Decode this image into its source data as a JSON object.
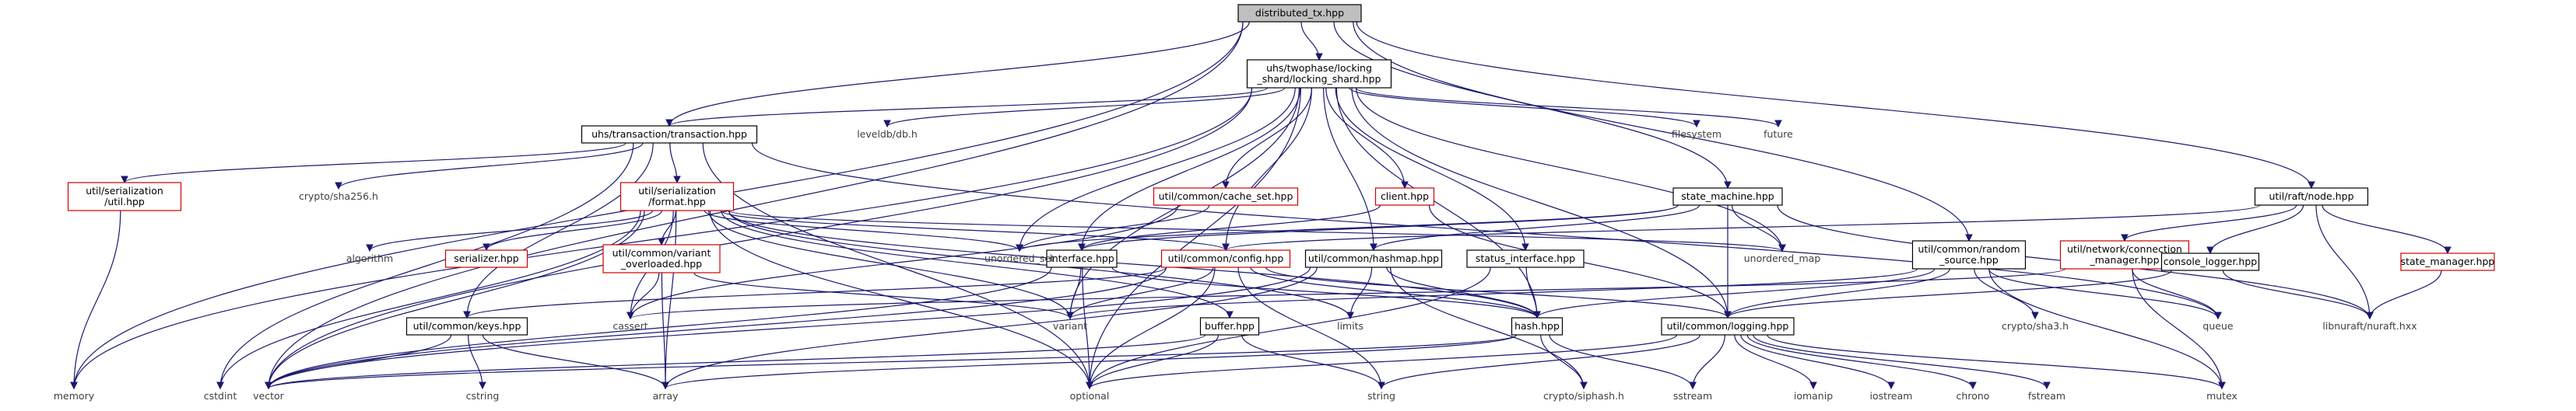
{
  "title": "distributed_tx.hpp",
  "colors": {
    "edge": "#191970",
    "root_fill": "#bfbfbf",
    "missing_border": "#cc0000",
    "normal_border": "#000000",
    "system_text": "#3f3f3f"
  },
  "nodes": {
    "root": {
      "lines": [
        "distributed_tx.hpp"
      ],
      "kind": "root"
    },
    "locking_shard": {
      "lines": [
        "uhs/twophase/locking",
        "_shard/locking_shard.hpp"
      ],
      "kind": "normal"
    },
    "transaction": {
      "lines": [
        "uhs/transaction/transaction.hpp"
      ],
      "kind": "normal"
    },
    "memory": {
      "lines": [
        "memory"
      ],
      "kind": "system"
    },
    "vector": {
      "lines": [
        "vector"
      ],
      "kind": "system"
    },
    "state_machine": {
      "lines": [
        "state_machine.hpp"
      ],
      "kind": "normal"
    },
    "random_source": {
      "lines": [
        "util/common/random",
        "_source.hpp"
      ],
      "kind": "normal"
    },
    "raft_node": {
      "lines": [
        "util/raft/node.hpp"
      ],
      "kind": "normal"
    },
    "leveldb": {
      "lines": [
        "leveldb/db.h"
      ],
      "kind": "system"
    },
    "filesystem": {
      "lines": [
        "filesystem"
      ],
      "kind": "system"
    },
    "future": {
      "lines": [
        "future"
      ],
      "kind": "system"
    },
    "ser_util": {
      "lines": [
        "util/serialization",
        "/util.hpp"
      ],
      "kind": "missing"
    },
    "sha256": {
      "lines": [
        "crypto/sha256.h"
      ],
      "kind": "system"
    },
    "ser_format": {
      "lines": [
        "util/serialization",
        "/format.hpp"
      ],
      "kind": "missing"
    },
    "cache_set": {
      "lines": [
        "util/common/cache_set.hpp"
      ],
      "kind": "missing"
    },
    "client": {
      "lines": [
        "client.hpp"
      ],
      "kind": "missing"
    },
    "algorithm": {
      "lines": [
        "algorithm"
      ],
      "kind": "system"
    },
    "serializer": {
      "lines": [
        "serializer.hpp"
      ],
      "kind": "missing"
    },
    "variant_overloaded": {
      "lines": [
        "util/common/variant",
        "_overloaded.hpp"
      ],
      "kind": "missing"
    },
    "interface": {
      "lines": [
        "interface.hpp"
      ],
      "kind": "normal"
    },
    "config": {
      "lines": [
        "util/common/config.hpp"
      ],
      "kind": "missing"
    },
    "hashmap": {
      "lines": [
        "util/common/hashmap.hpp"
      ],
      "kind": "normal"
    },
    "status_interface": {
      "lines": [
        "status_interface.hpp"
      ],
      "kind": "normal"
    },
    "unordered_set": {
      "lines": [
        "unordered_set"
      ],
      "kind": "system"
    },
    "unordered_map": {
      "lines": [
        "unordered_map"
      ],
      "kind": "system"
    },
    "keys": {
      "lines": [
        "util/common/keys.hpp"
      ],
      "kind": "normal"
    },
    "cassert": {
      "lines": [
        "cassert"
      ],
      "kind": "system"
    },
    "variant": {
      "lines": [
        "variant"
      ],
      "kind": "system"
    },
    "buffer": {
      "lines": [
        "buffer.hpp"
      ],
      "kind": "normal"
    },
    "limits": {
      "lines": [
        "limits"
      ],
      "kind": "system"
    },
    "hash": {
      "lines": [
        "hash.hpp"
      ],
      "kind": "normal"
    },
    "logging": {
      "lines": [
        "util/common/logging.hpp"
      ],
      "kind": "normal"
    },
    "sha3": {
      "lines": [
        "crypto/sha3.h"
      ],
      "kind": "system"
    },
    "queue": {
      "lines": [
        "queue"
      ],
      "kind": "system"
    },
    "connection_manager": {
      "lines": [
        "util/network/connection",
        "_manager.hpp"
      ],
      "kind": "missing"
    },
    "console_logger": {
      "lines": [
        "console_logger.hpp"
      ],
      "kind": "normal"
    },
    "state_manager": {
      "lines": [
        "state_manager.hpp"
      ],
      "kind": "missing"
    },
    "nuraft": {
      "lines": [
        "libnuraft/nuraft.hxx"
      ],
      "kind": "system"
    },
    "cstdint": {
      "lines": [
        "cstdint"
      ],
      "kind": "system"
    },
    "array": {
      "lines": [
        "array"
      ],
      "kind": "system"
    },
    "cstring": {
      "lines": [
        "cstring"
      ],
      "kind": "system"
    },
    "optional": {
      "lines": [
        "optional"
      ],
      "kind": "system"
    },
    "string": {
      "lines": [
        "string"
      ],
      "kind": "system"
    },
    "siphash": {
      "lines": [
        "crypto/siphash.h"
      ],
      "kind": "system"
    },
    "sstream": {
      "lines": [
        "sstream"
      ],
      "kind": "system"
    },
    "iomanip": {
      "lines": [
        "iomanip"
      ],
      "kind": "system"
    },
    "iostream": {
      "lines": [
        "iostream"
      ],
      "kind": "system"
    },
    "chrono": {
      "lines": [
        "chrono"
      ],
      "kind": "system"
    },
    "fstream": {
      "lines": [
        "fstream"
      ],
      "kind": "system"
    },
    "mutex": {
      "lines": [
        "mutex"
      ],
      "kind": "system"
    }
  },
  "edges": [
    [
      "root",
      "locking_shard"
    ],
    [
      "root",
      "transaction"
    ],
    [
      "root",
      "memory"
    ],
    [
      "root",
      "vector"
    ],
    [
      "root",
      "state_machine"
    ],
    [
      "root",
      "random_source"
    ],
    [
      "root",
      "raft_node"
    ],
    [
      "locking_shard",
      "transaction"
    ],
    [
      "locking_shard",
      "leveldb"
    ],
    [
      "locking_shard",
      "filesystem"
    ],
    [
      "locking_shard",
      "future"
    ],
    [
      "locking_shard",
      "memory"
    ],
    [
      "locking_shard",
      "vector"
    ],
    [
      "locking_shard",
      "cache_set"
    ],
    [
      "locking_shard",
      "client"
    ],
    [
      "locking_shard",
      "interface"
    ],
    [
      "locking_shard",
      "hashmap"
    ],
    [
      "locking_shard",
      "status_interface"
    ],
    [
      "locking_shard",
      "unordered_set"
    ],
    [
      "locking_shard",
      "unordered_map"
    ],
    [
      "locking_shard",
      "variant"
    ],
    [
      "locking_shard",
      "hash"
    ],
    [
      "locking_shard",
      "logging"
    ],
    [
      "locking_shard",
      "optional"
    ],
    [
      "locking_shard",
      "config"
    ],
    [
      "transaction",
      "ser_util"
    ],
    [
      "transaction",
      "sha256"
    ],
    [
      "transaction",
      "ser_format"
    ],
    [
      "transaction",
      "keys"
    ],
    [
      "transaction",
      "cstdint"
    ],
    [
      "transaction",
      "optional"
    ],
    [
      "transaction",
      "queue"
    ],
    [
      "ser_util",
      "memory"
    ],
    [
      "ser_format",
      "algorithm"
    ],
    [
      "ser_format",
      "serializer"
    ],
    [
      "ser_format",
      "variant_overloaded"
    ],
    [
      "ser_format",
      "config"
    ],
    [
      "ser_format",
      "unordered_set"
    ],
    [
      "ser_format",
      "unordered_map"
    ],
    [
      "ser_format",
      "cassert"
    ],
    [
      "ser_format",
      "variant"
    ],
    [
      "ser_format",
      "vector"
    ],
    [
      "ser_format",
      "cstdint"
    ],
    [
      "ser_format",
      "array"
    ],
    [
      "ser_format",
      "optional"
    ],
    [
      "ser_format",
      "limits"
    ],
    [
      "ser_format",
      "buffer"
    ],
    [
      "ser_format",
      "hash"
    ],
    [
      "variant_overloaded",
      "cassert"
    ],
    [
      "variant_overloaded",
      "variant"
    ],
    [
      "variant_overloaded",
      "array"
    ],
    [
      "cache_set",
      "unordered_set"
    ],
    [
      "cache_set",
      "cassert"
    ],
    [
      "client",
      "interface"
    ],
    [
      "client",
      "logging"
    ],
    [
      "interface",
      "variant"
    ],
    [
      "interface",
      "optional"
    ],
    [
      "interface",
      "vector"
    ],
    [
      "interface",
      "hash"
    ],
    [
      "config",
      "variant"
    ],
    [
      "config",
      "optional"
    ],
    [
      "config",
      "keys"
    ],
    [
      "config",
      "string"
    ],
    [
      "config",
      "hash"
    ],
    [
      "config",
      "logging"
    ],
    [
      "config",
      "vector"
    ],
    [
      "hashmap",
      "hash"
    ],
    [
      "hashmap",
      "siphash"
    ],
    [
      "hashmap",
      "vector"
    ],
    [
      "hashmap",
      "limits"
    ],
    [
      "hashmap",
      "array"
    ],
    [
      "status_interface",
      "hash"
    ],
    [
      "status_interface",
      "optional"
    ],
    [
      "state_machine",
      "interface"
    ],
    [
      "state_machine",
      "unordered_set"
    ],
    [
      "state_machine",
      "unordered_map"
    ],
    [
      "state_machine",
      "logging"
    ],
    [
      "state_machine",
      "nuraft"
    ],
    [
      "state_machine",
      "hashmap"
    ],
    [
      "random_source",
      "hash"
    ],
    [
      "random_source",
      "sha3"
    ],
    [
      "random_source",
      "queue"
    ],
    [
      "random_source",
      "mutex"
    ],
    [
      "random_source",
      "variant"
    ],
    [
      "random_source",
      "logging"
    ],
    [
      "raft_node",
      "config"
    ],
    [
      "raft_node",
      "connection_manager"
    ],
    [
      "raft_node",
      "console_logger"
    ],
    [
      "raft_node",
      "state_manager"
    ],
    [
      "raft_node",
      "nuraft"
    ],
    [
      "connection_manager",
      "queue"
    ],
    [
      "connection_manager",
      "mutex"
    ],
    [
      "connection_manager",
      "cassert"
    ],
    [
      "console_logger",
      "logging"
    ],
    [
      "console_logger",
      "nuraft"
    ],
    [
      "state_manager",
      "nuraft"
    ],
    [
      "keys",
      "cstring"
    ],
    [
      "keys",
      "array"
    ],
    [
      "keys",
      "vector"
    ],
    [
      "buffer",
      "optional"
    ],
    [
      "buffer",
      "string"
    ],
    [
      "buffer",
      "vector"
    ],
    [
      "hash",
      "array"
    ],
    [
      "hash",
      "siphash"
    ],
    [
      "hash",
      "sstream"
    ],
    [
      "hash",
      "vector"
    ],
    [
      "logging",
      "optional"
    ],
    [
      "logging",
      "sstream"
    ],
    [
      "logging",
      "iomanip"
    ],
    [
      "logging",
      "iostream"
    ],
    [
      "logging",
      "chrono"
    ],
    [
      "logging",
      "fstream"
    ],
    [
      "logging",
      "mutex"
    ],
    [
      "logging",
      "string"
    ]
  ]
}
